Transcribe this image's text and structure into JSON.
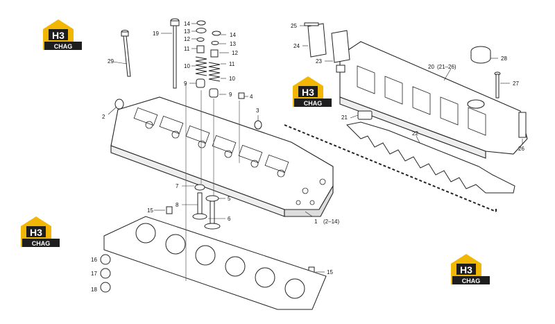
{
  "logos": [
    {
      "mark": "H3",
      "text": "CHAG"
    },
    {
      "mark": "H3",
      "text": "CHAG"
    },
    {
      "mark": "H3",
      "text": "CHAG"
    },
    {
      "mark": "H3",
      "text": "CHAG"
    }
  ],
  "colors": {
    "logo_gold": "#f2b705",
    "logo_dark": "#1e1e1e",
    "line": "#222222"
  },
  "callouts": {
    "c1": "1",
    "c1_range": "(2–14)",
    "c2": "2",
    "c3": "3",
    "c4": "4",
    "c5": "5",
    "c6": "6",
    "c7": "7",
    "c8": "8",
    "c9a": "9",
    "c9b": "9",
    "c10a": "10",
    "c10b": "10",
    "c11a": "11",
    "c11b": "11",
    "c12a": "12",
    "c12b": "12",
    "c13a": "13",
    "c13b": "13",
    "c14a": "14",
    "c14b": "14",
    "c15a": "15",
    "c15b": "15",
    "c16": "16",
    "c17": "17",
    "c18": "18",
    "c19": "19",
    "c20": "20",
    "c20_range": "(21–26)",
    "c21": "21",
    "c22": "22",
    "c23": "23",
    "c24": "24",
    "c25": "25",
    "c26": "26",
    "c27": "27",
    "c28": "28",
    "c29": "29"
  }
}
